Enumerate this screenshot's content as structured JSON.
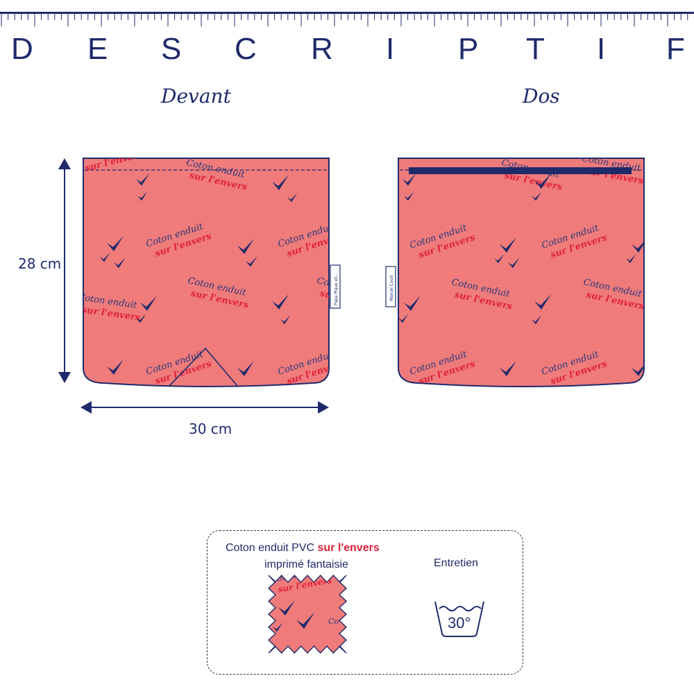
{
  "title_letters": [
    "D",
    "E",
    "S",
    "C",
    "R",
    "I",
    "P",
    "T",
    "I",
    "F"
  ],
  "views": {
    "front_label": "Devant",
    "back_label": "Dos"
  },
  "print": {
    "line1": "Coton enduit",
    "line2": "sur l'envers",
    "text_color": "#2a3a7a",
    "accent_color": "#e0203a",
    "bird_color": "#1f2a6b"
  },
  "colors": {
    "fabric": "#ef7b7b",
    "outline": "#1f2a6b",
    "zip": "#1f2a6b"
  },
  "labels": {
    "front_tag": "Papa Pique et...",
    "back_tag": "Marcel Coud"
  },
  "dimensions": {
    "height": "28 cm",
    "width": "30 cm"
  },
  "info": {
    "fabric_prefix": "Coton enduit  PVC ",
    "fabric_accent": "sur l'envers",
    "fabric_line2": "imprimé fantaisie",
    "care_title": "Entretien",
    "wash_temp": "30°"
  }
}
